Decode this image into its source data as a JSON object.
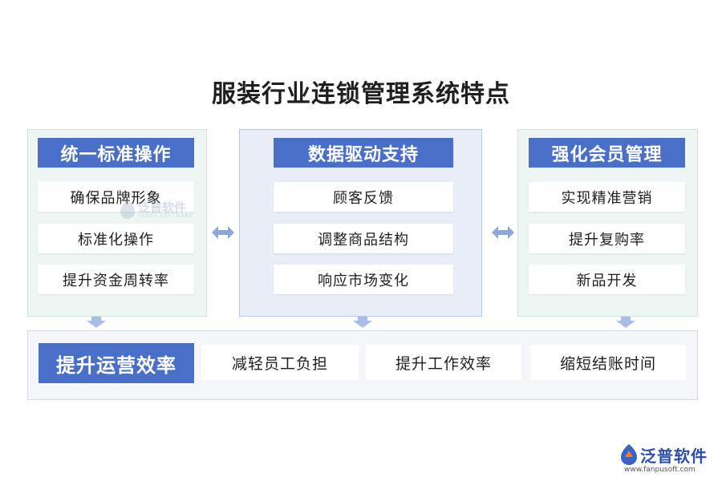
{
  "title": "服装行业连锁管理系统特点",
  "panels": {
    "left": {
      "heading": "统一标准操作",
      "items": [
        "确保品牌形象",
        "标准化操作",
        "提升资金周转率"
      ]
    },
    "middle": {
      "heading": "数据驱动支持",
      "items": [
        "顾客反馈",
        "调整商品结构",
        "响应市场变化"
      ]
    },
    "right": {
      "heading": "强化会员管理",
      "items": [
        "实现精准营销",
        "提升复购率",
        "新品开发"
      ]
    }
  },
  "bottom": {
    "heading": "提升运营效率",
    "items": [
      "减轻员工负担",
      "提升工作效率",
      "缩短结账时间"
    ]
  },
  "watermark": {
    "name": "泛普软件",
    "sub": "FANPU SOFTWARE"
  },
  "logo": {
    "name": "泛普软件",
    "url": "www.fanpusoft.com"
  },
  "colors": {
    "accent": "#4a6fc9",
    "arrow": "#8fa6dc",
    "side_panel": "#eef6f4",
    "middle_panel": "#e8edf8"
  }
}
